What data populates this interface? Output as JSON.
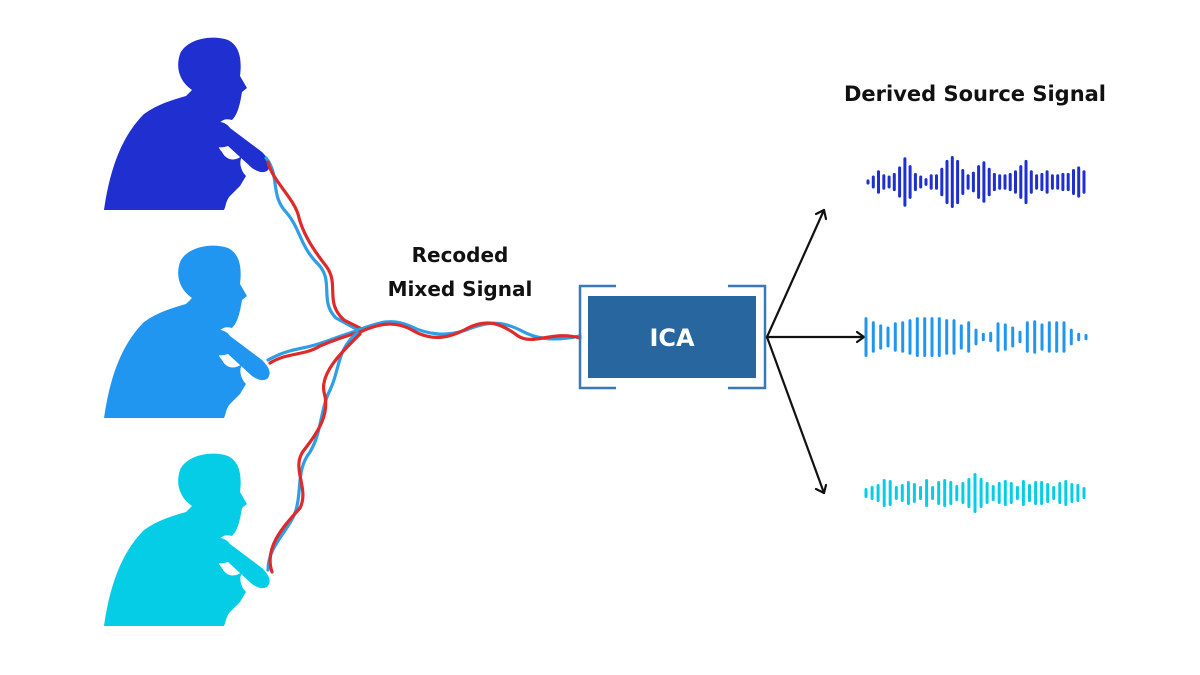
{
  "diagram": {
    "title_derived": "Derived Source Signal",
    "label_mixed_line1": "Recoded",
    "label_mixed_line2": "Mixed Signal",
    "ica_label": "ICA",
    "colors": {
      "speaker_1": "#1f2fd0",
      "speaker_2": "#2196f0",
      "speaker_3": "#05cde6",
      "ica_box": "#2866a0",
      "ica_frame": "#3a79b8",
      "wire_red": "#e02a2a",
      "wire_blue": "#2e9ee6",
      "arrow": "#111111"
    },
    "speakers": [
      {
        "name": "speaker-1",
        "color_key": "speaker_1"
      },
      {
        "name": "speaker-2",
        "color_key": "speaker_2"
      },
      {
        "name": "speaker-3",
        "color_key": "speaker_3"
      }
    ],
    "waveforms": [
      {
        "name": "derived-signal-1",
        "color_key": "speaker_1",
        "amplitudes": [
          0.1,
          0.25,
          0.45,
          0.3,
          0.25,
          0.35,
          0.6,
          0.95,
          0.65,
          0.35,
          0.25,
          0.15,
          0.3,
          0.3,
          0.55,
          0.85,
          1.0,
          0.85,
          0.5,
          0.3,
          0.4,
          0.65,
          0.8,
          0.55,
          0.35,
          0.3,
          0.3,
          0.35,
          0.45,
          0.65,
          0.85,
          0.45,
          0.3,
          0.35,
          0.45,
          0.3,
          0.3,
          0.35,
          0.35,
          0.5,
          0.6,
          0.45
        ]
      },
      {
        "name": "derived-signal-2",
        "color_key": "speaker_2",
        "amplitudes": [
          0.95,
          0.75,
          0.6,
          0.5,
          0.7,
          0.75,
          0.85,
          0.95,
          0.95,
          0.95,
          0.95,
          0.85,
          0.85,
          0.6,
          0.75,
          0.4,
          0.2,
          0.25,
          0.7,
          0.65,
          0.5,
          0.3,
          0.75,
          0.8,
          0.65,
          0.75,
          0.75,
          0.75,
          0.4,
          0.2,
          0.15
        ]
      },
      {
        "name": "derived-signal-3",
        "color_key": "speaker_3",
        "amplitudes": [
          0.25,
          0.35,
          0.45,
          0.7,
          0.65,
          0.35,
          0.45,
          0.6,
          0.5,
          0.35,
          0.7,
          0.35,
          0.6,
          0.7,
          0.6,
          0.4,
          0.55,
          0.75,
          1.0,
          0.75,
          0.55,
          0.4,
          0.55,
          0.65,
          0.55,
          0.35,
          0.65,
          0.45,
          0.6,
          0.6,
          0.5,
          0.35,
          0.55,
          0.65,
          0.5,
          0.45,
          0.3
        ]
      }
    ]
  }
}
